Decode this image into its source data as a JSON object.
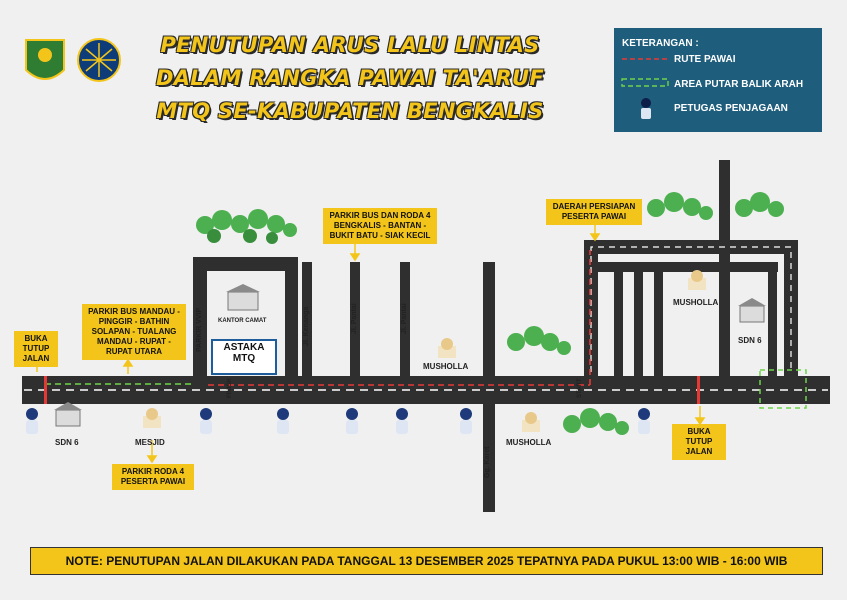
{
  "title": {
    "line1": "PENUTUPAN ARUS LALU LINTAS",
    "line2": "DALAM RANGKA PAWAI TA'ARUF",
    "line3": "MTQ SE-KABUPATEN BENGKALIS"
  },
  "legend": {
    "heading": "KETERANGAN :",
    "items": [
      {
        "label": "RUTE PAWAI",
        "icon": "red-dashed-line"
      },
      {
        "label": "AREA PUTAR BALIK ARAH",
        "icon": "green-dashed-box"
      },
      {
        "label": "PETUGAS PENJAGAAN",
        "icon": "officer-icon"
      }
    ]
  },
  "colors": {
    "road": "#2f2f2f",
    "route": "#e53935",
    "uturn": "#6fd34a",
    "label_box": "#f3c51a",
    "legend_bg": "#1e5d7c",
    "title": "#f3c51a"
  },
  "boxes": {
    "buka_tutup_left": "BUKA TUTUP JALAN",
    "parkir_bus_left": "PARKIR BUS MANDAU - PINGGIR - BATHIN SOLAPAN - TUALANG MANDAU - RUPAT - RUPAT UTARA",
    "parkir_bus_top": "PARKIR BUS DAN RODA 4 BENGKALIS - BANTAN - BUKIT BATU - SIAK KECIL",
    "daerah_persiapan": "DAERAH PERSIAPAN PESERTA PAWAI",
    "parkir_roda4": "PARKIR RODA 4 PESERTA PAWAI",
    "buka_tutup_right": "BUKA TUTUP JALAN",
    "astaka": "ASTAKA MTQ"
  },
  "labels": {
    "kantor_camat": "KANTOR CAMAT",
    "musholla_center": "MUSHOLLA",
    "musholla_bottom": "MUSHOLLA",
    "musholla_right": "MUSHOLLA",
    "sdn6_left": "SDN 6",
    "sdn6_right": "SDN 6",
    "mesjid": "MESJID",
    "parkir_vvip": "PARKIR VVIP",
    "jl_kenanga": "Jl. Kenanga",
    "jl_pantai_1": "Jl. Pantai",
    "jl_pantai_2": "Jl. Pantai",
    "gg_karet": "Gg. Karet",
    "finish": "FINISH",
    "start": "START"
  },
  "note": "NOTE: PENUTUPAN JALAN DILAKUKAN PADA TANGGAL 13 DESEMBER 2025 TEPATNYA PADA PUKUL 13:00 WIB - 16:00 WIB"
}
